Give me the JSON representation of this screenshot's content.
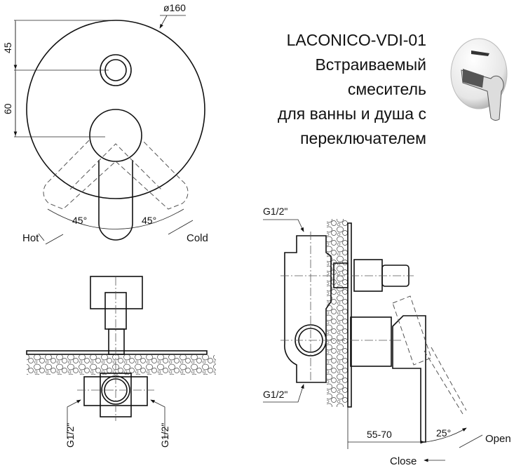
{
  "title": {
    "model": "LACONICO-VDI-01",
    "lines": [
      "Встраиваемый",
      "смеситель",
      "для ванны и душа с",
      "переключателем"
    ]
  },
  "front_view": {
    "diameter_label": "ø160",
    "dim_top": "45",
    "dim_mid": "60",
    "angle_left": "45°",
    "angle_right": "45°",
    "hot_label": "Hot",
    "cold_label": "Cold"
  },
  "bottom_view": {
    "thread_left": "G1/2\"",
    "thread_right": "G1/2\""
  },
  "side_view": {
    "thread_top": "G1/2\"",
    "thread_bottom": "G1/2\"",
    "depth_dim": "55-70",
    "angle": "25°",
    "open_label": "Open",
    "close_label": "Close"
  }
}
